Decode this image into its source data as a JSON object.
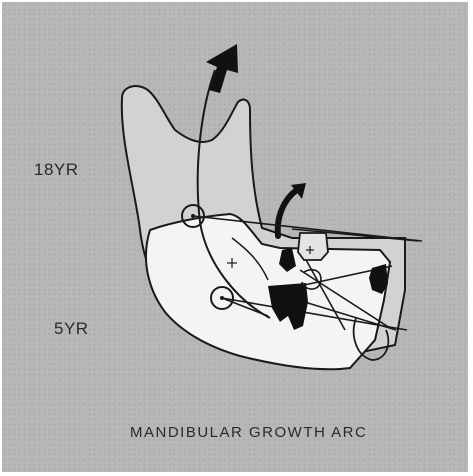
{
  "figure": {
    "label_adult": "18YR",
    "label_child": "5YR",
    "caption": "MANDIBULAR GROWTH ARC"
  },
  "colors": {
    "background": "#b7b7b7",
    "adult_mandible_fill": "#d2d2d2",
    "child_mandible_fill": "#f4f4f4",
    "outline": "#1a1a1a"
  },
  "icons": [
    "up-arrow-icon",
    "curved-arrow-icon"
  ]
}
